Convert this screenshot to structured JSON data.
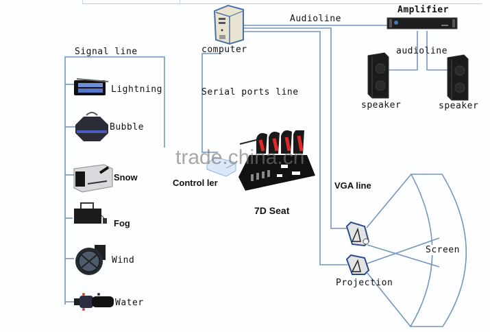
{
  "diagram": {
    "watermark": "trade.china.cn",
    "line_color": "#6f8fb8",
    "nodes": {
      "computer": "computer",
      "amplifier": "Amplifier",
      "speaker_left": "speaker",
      "speaker_right": "speaker",
      "controller": "Control ler",
      "seat": "7D Seat",
      "projection": "Projection",
      "screen": "Screen"
    },
    "connections": {
      "signal_line": "Signal line",
      "audioline_top": "Audioline",
      "audioline_speakers": "audioline",
      "serial_ports_line": "Serial ports line",
      "vga_line": "VGA line"
    },
    "effects": [
      {
        "label": "Lightning",
        "icon": "strobe-light-icon"
      },
      {
        "label": "Bubble",
        "icon": "bubble-machine-icon"
      },
      {
        "label": "Snow",
        "icon": "snow-machine-icon"
      },
      {
        "label": "Fog",
        "icon": "fog-machine-icon"
      },
      {
        "label": "Wind",
        "icon": "fan-blower-icon"
      },
      {
        "label": "Water",
        "icon": "water-pump-icon"
      }
    ]
  }
}
